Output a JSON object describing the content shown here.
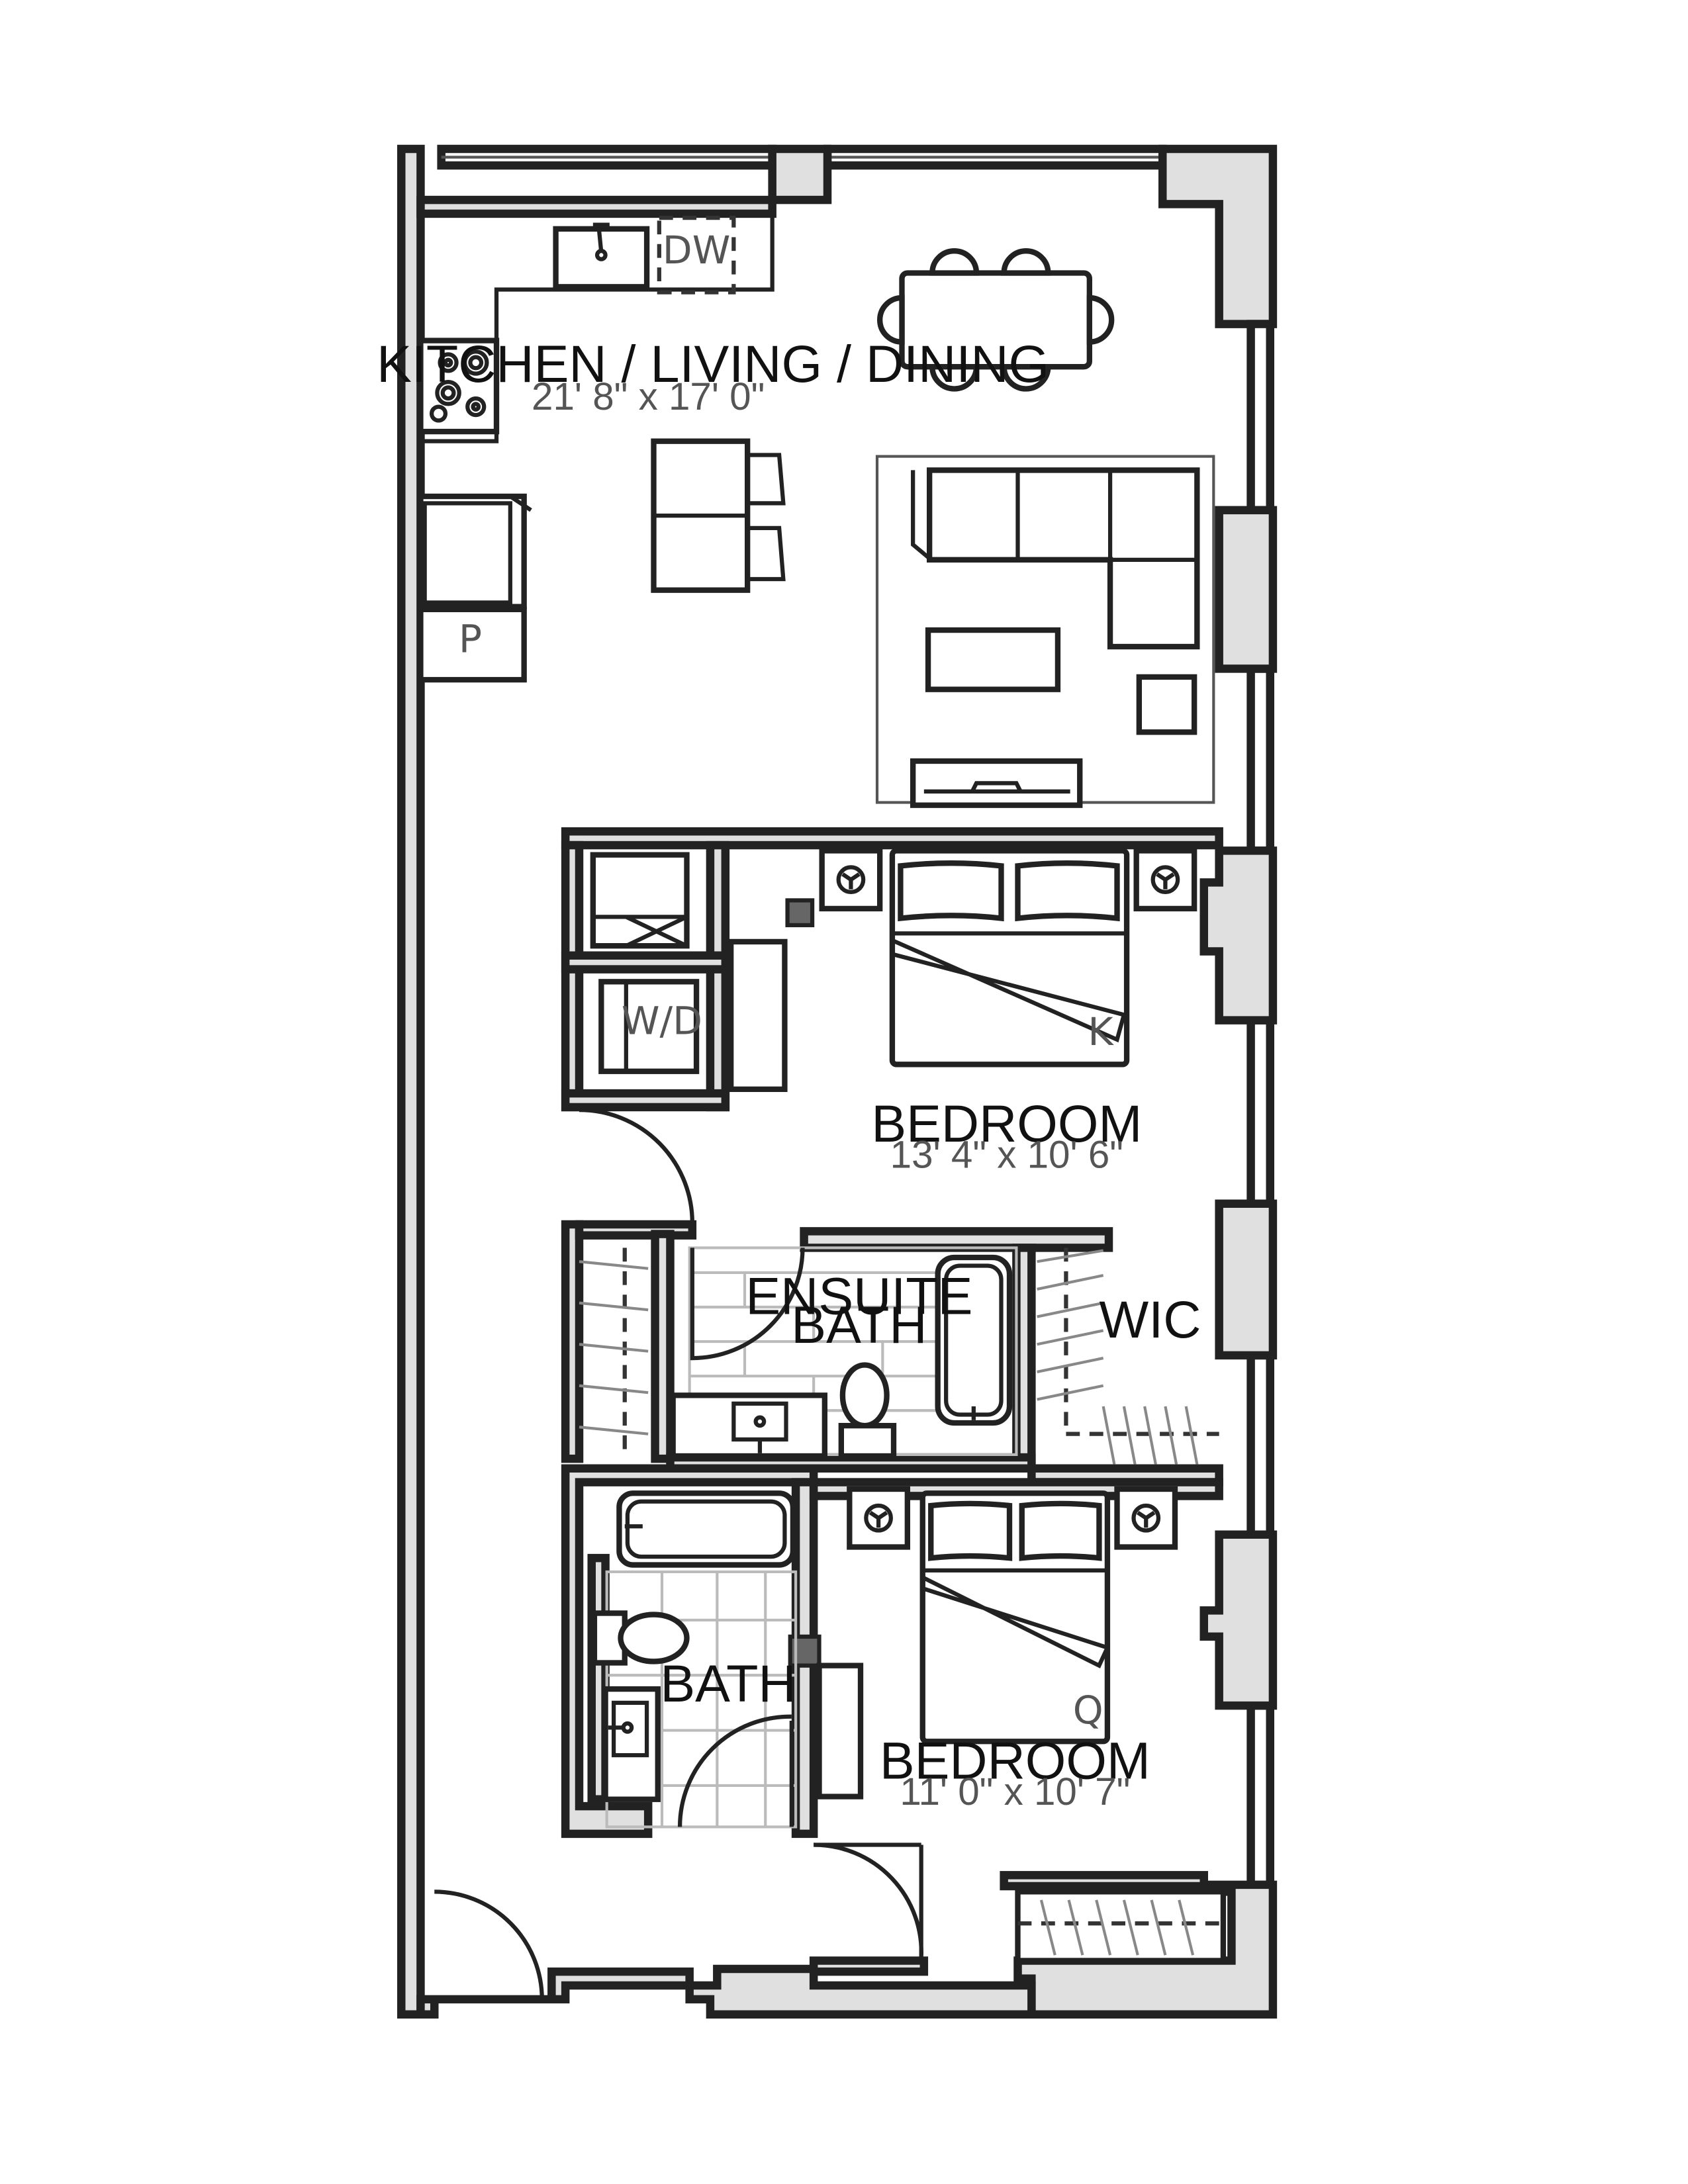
{
  "rooms": {
    "kitchen_living_dining": {
      "name": "KITCHEN / LIVING / DINING",
      "size": "21' 8\" x 17' 0\""
    },
    "bedroom_primary": {
      "name": "BEDROOM",
      "size": "13' 4\" x 10' 6\""
    },
    "bedroom_second": {
      "name": "BEDROOM",
      "size": "11' 0\" x 10' 7\""
    },
    "ensuite_bath": {
      "name_line1": "ENSUITE",
      "name_line2": "BATH"
    },
    "bath": {
      "name": "BATH"
    },
    "wic": {
      "name": "WIC"
    }
  },
  "fixtures": {
    "dishwasher": "DW",
    "pantry": "P",
    "washer_dryer": "W/D",
    "king_bed": "K",
    "queen_bed": "Q"
  }
}
